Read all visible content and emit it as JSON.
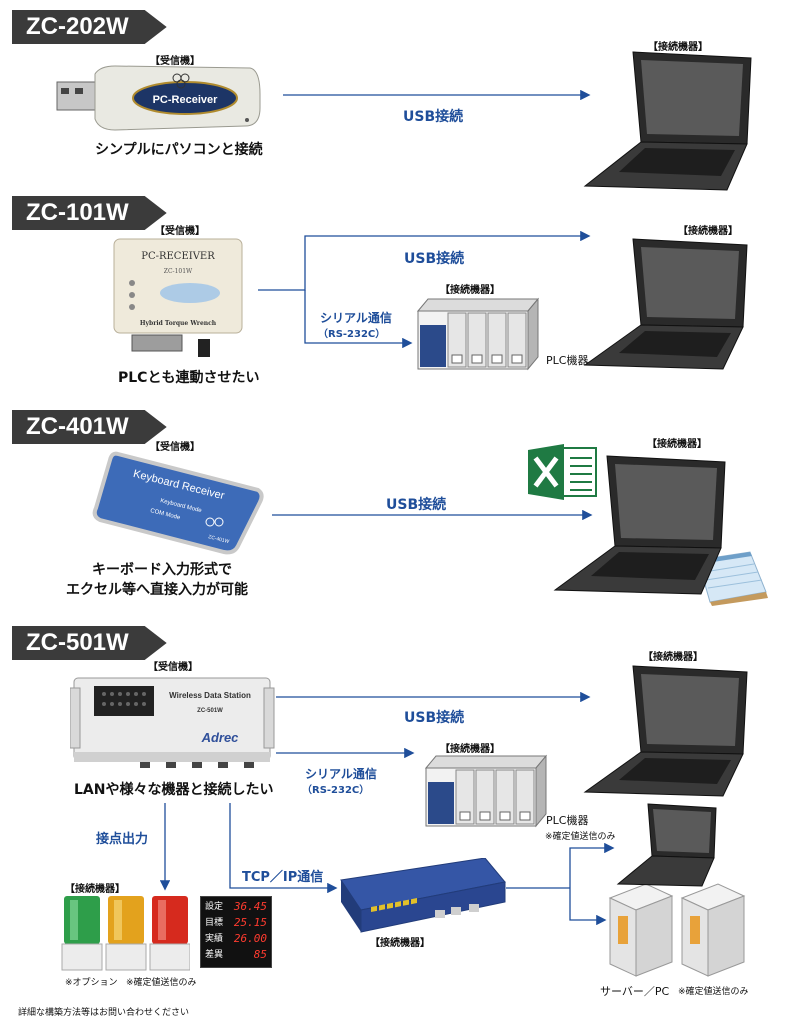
{
  "sections": [
    {
      "model": "ZC-202W",
      "receiver_tag": "【受信機】",
      "device_label": "PC-Receiver",
      "caption": "シンプルにパソコンと接続",
      "links": [
        {
          "label": "USB接続"
        }
      ],
      "targets": [
        {
          "tag": "【接続機器】"
        }
      ]
    },
    {
      "model": "ZC-101W",
      "receiver_tag": "【受信機】",
      "device_label": "PC-RECEIVER",
      "device_sub": "ZC-101W",
      "device_foot": "Hybrid Torque Wrench",
      "caption": "PLCとも連動させたい",
      "links": [
        {
          "label": "USB接続"
        },
        {
          "label": "シリアル通信",
          "sub": "（RS-232C）"
        }
      ],
      "targets": [
        {
          "tag": "【接続機器】"
        },
        {
          "tag": "【接続機器】",
          "name": "PLC機器"
        }
      ]
    },
    {
      "model": "ZC-401W",
      "receiver_tag": "【受信機】",
      "device_label": "Keyboard Receiver",
      "device_mode1": "Keyboard Mode",
      "device_mode2": "COM Mode",
      "device_sub": "ZC-401W",
      "caption_lines": [
        "キーボード入力形式で",
        "エクセル等へ直接入力が可能"
      ],
      "links": [
        {
          "label": "USB接続"
        }
      ],
      "targets": [
        {
          "tag": "【接続機器】"
        }
      ]
    },
    {
      "model": "ZC-501W",
      "receiver_tag": "【受信機】",
      "device_label": "Wireless Data Station",
      "device_sub": "ZC-501W",
      "device_brand": "Adrec",
      "caption": "LANや様々な機器と接続したい",
      "links": [
        {
          "label": "USB接続"
        },
        {
          "label": "シリアル通信",
          "sub": "（RS-232C）"
        },
        {
          "label": "接点出力"
        },
        {
          "label": "TCP／IP通信"
        }
      ],
      "targets": [
        {
          "tag": "【接続機器】"
        },
        {
          "tag": "【接続機器】",
          "name": "PLC機器",
          "note": "※確定値送信のみ"
        },
        {
          "tag": "【接続機器】"
        },
        {
          "tag": "【接続機器】",
          "note_option": "※オプション",
          "note": "※確定値送信のみ"
        },
        {
          "name": "サーバー／PC",
          "note": "※確定値送信のみ"
        }
      ],
      "display_panel": [
        {
          "label": "設定",
          "value": "36.45"
        },
        {
          "label": "目標",
          "value": "25.15"
        },
        {
          "label": "実績",
          "value": "26.00"
        },
        {
          "label": "差異",
          "value": "85"
        }
      ]
    }
  ],
  "footer": "詳細な構築方法等はお問い合わせください",
  "colors": {
    "line": "#1f4e9a",
    "model_bg": "#3b3b3b",
    "excel": "#1f7a43"
  }
}
